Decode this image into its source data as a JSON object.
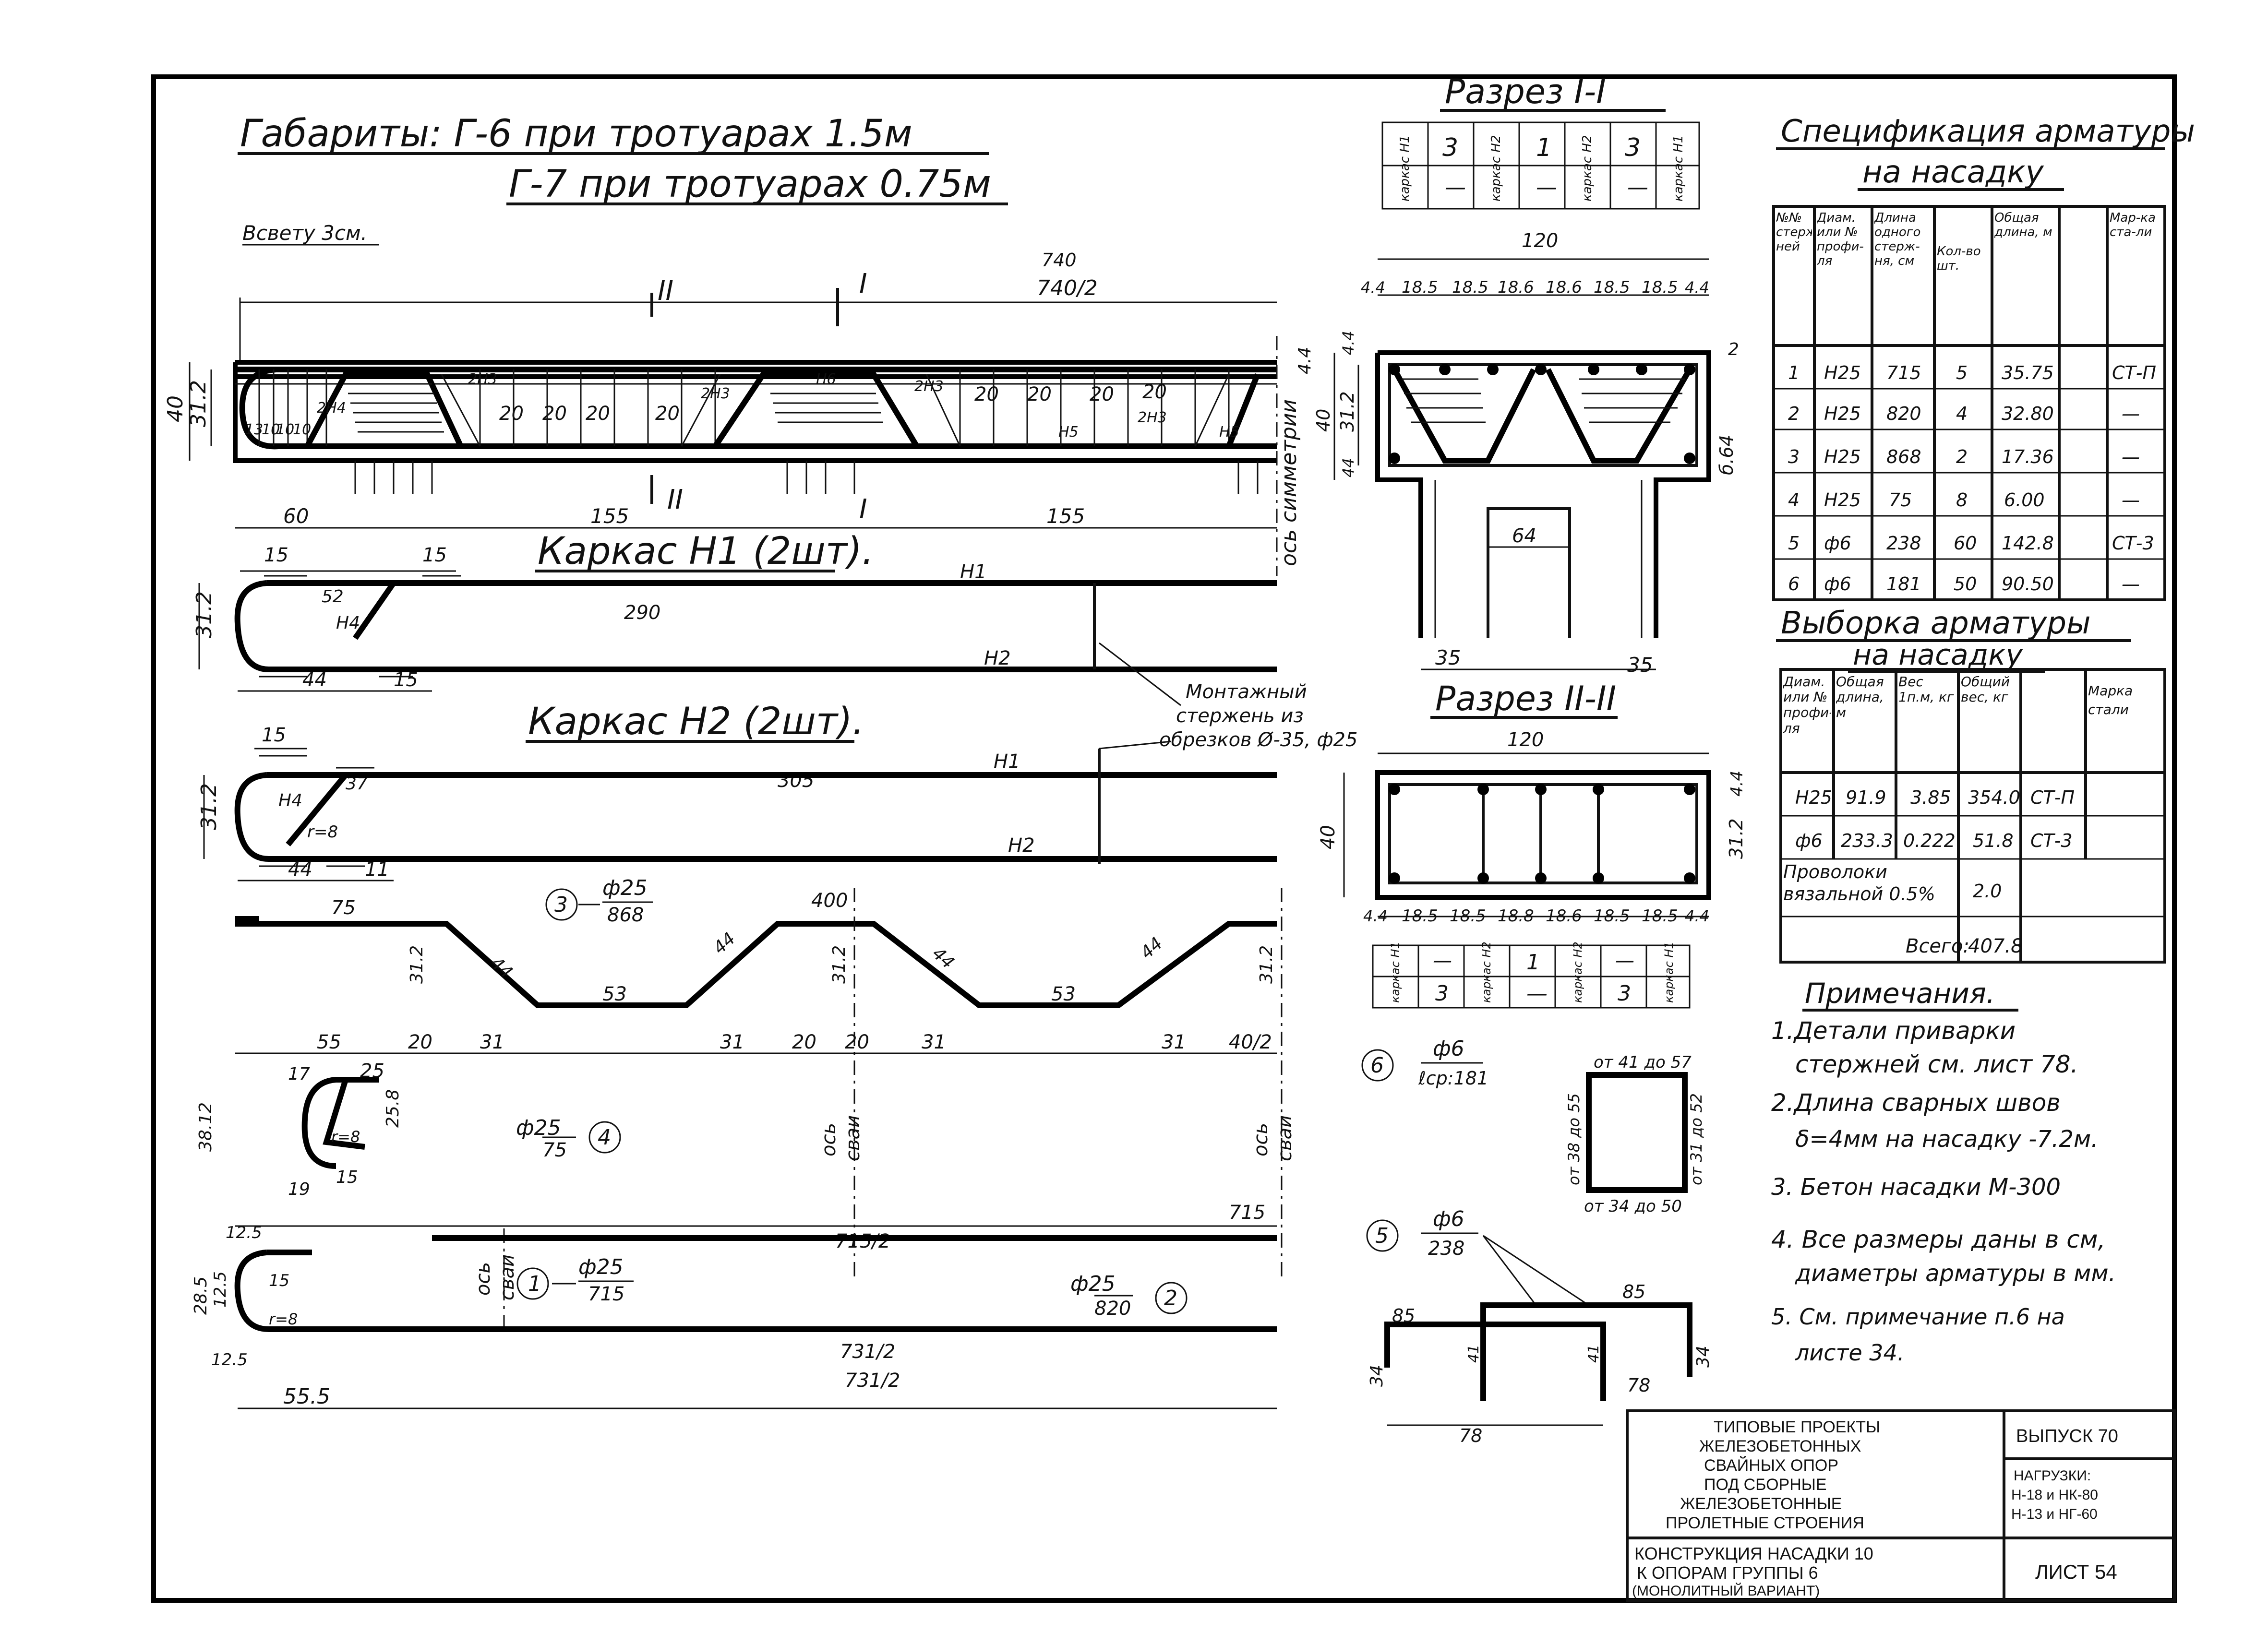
{
  "header": {
    "gabarity_line1": "Габариты: Г-6 при тротуарах 1.5м",
    "gabarity_line2": "Г-7 при тротуарах 0.75м",
    "v_svetu": "Вcвету 3см."
  },
  "elevation": {
    "sec_II": "II",
    "sec_I": "I",
    "dim_740": "740",
    "dim_740_2": "740/2",
    "h40": "40",
    "h31_2": "31.2",
    "h4_4": "4.4",
    "cells": [
      "20",
      "20",
      "20",
      "20",
      "20",
      "20",
      "20",
      "20"
    ],
    "small": [
      "13",
      "10",
      "10",
      "10",
      "2Н4",
      "2Н3",
      "2Н3",
      "Н6",
      "2Н3",
      "Н5",
      "2Н3",
      "Н5"
    ],
    "bottom_60": "60",
    "bottom_155a": "155",
    "bottom_155b": "155",
    "axis": "ось симметрии"
  },
  "karkas1": {
    "title": "Каркас Н1 (2шт).",
    "d15a": "15",
    "d15b": "15",
    "d290": "290",
    "d52": "52",
    "d44": "44",
    "d15c": "15",
    "h": "31.2",
    "n1": "Н1",
    "n2": "Н2",
    "hook": "Н4"
  },
  "karkas2": {
    "title": "Каркас Н2 (2шт).",
    "d15": "15",
    "d305": "305",
    "d37": "37",
    "d44": "44",
    "d11": "11",
    "h": "31.2",
    "n1": "Н1",
    "n2": "Н2",
    "r": "r=8",
    "hook": "Н4"
  },
  "montazh": {
    "line1": "Монтажный",
    "line2": "стержень из",
    "line3": "обрезков Ø-35, ф25"
  },
  "bar3": {
    "num": "3",
    "dia": "ф25",
    "len": "868",
    "d75": "75",
    "d400": "400",
    "d44a": "44",
    "d44b": "44",
    "d44c": "44",
    "d44d": "44",
    "d53a": "53",
    "d53b": "53",
    "h31a": "31.2",
    "h31b": "31.2",
    "h31c": "31.2",
    "bot": [
      "55",
      "20",
      "31",
      "31",
      "20",
      "20",
      "31",
      "31",
      "40/2"
    ]
  },
  "bar4": {
    "num": "4",
    "dia": "ф25",
    "len": "75",
    "d25": "25",
    "d25_8": "25.8",
    "d38": "38.12",
    "d19": "19",
    "d15": "15",
    "r": "r=8",
    "d17": "17"
  },
  "bar1": {
    "num": "1",
    "dia": "ф25",
    "len": "715",
    "d715": "715",
    "d715_2": "715/2",
    "d285": "28.5",
    "d12_5a": "12.5",
    "d12_5b": "12.5",
    "d12_5c": "12.5",
    "d15": "15",
    "r": "r=8",
    "d731": "731/2",
    "d555": "55.5",
    "d731b": "731/2"
  },
  "bar2": {
    "num": "2",
    "dia": "ф25",
    "len": "820"
  },
  "axis_labels": {
    "os": "ось",
    "svai": "сваи"
  },
  "section1": {
    "title": "Разрез I-I",
    "top_table": [
      [
        "каркас Н1",
        "3",
        "каркас Н2",
        "1",
        "каркас Н2",
        "3",
        "каркас Н1"
      ],
      [
        "",
        "—",
        "",
        "—",
        "",
        "—",
        ""
      ]
    ],
    "top_row": [
      "каркас Н1",
      "3",
      "каркас Н2",
      "1",
      "каркас Н2",
      "3",
      "каркас Н1"
    ],
    "w120": "120",
    "dims": [
      "4.4",
      "18.5",
      "18.5",
      "18.6",
      "18.6",
      "18.5",
      "18.5",
      "4.4"
    ],
    "h40": "40",
    "h31_2": "31.2",
    "h4_4": "4.4",
    "h44": "44",
    "d64": "64",
    "d35a": "35",
    "d35b": "35",
    "b64": "б.64",
    "nz": "2"
  },
  "section2": {
    "title": "Разрез II-II",
    "w120": "120",
    "dims": [
      "4.4",
      "18.5",
      "18.5",
      "18.8",
      "18.6",
      "18.5",
      "18.5",
      "4.4"
    ],
    "h40": "40",
    "h31_2": "31.2",
    "h4_4": "4.4",
    "bot_row1": [
      "каркас Н1",
      "—",
      "каркас Н2",
      "1",
      "каркас Н2",
      "—",
      "каркас Н1"
    ],
    "bot_row2": [
      "",
      "3",
      "",
      "—",
      "",
      "3",
      ""
    ]
  },
  "bar6": {
    "num": "6",
    "dia": "ф6",
    "len": "ℓср:181",
    "t1": "от 41 до 57",
    "t2": "от 38 до 55",
    "t3": "от 31 до 52",
    "t4": "от 34 до 50"
  },
  "bar5": {
    "num": "5",
    "dia": "ф6",
    "len": "238",
    "d85a": "85",
    "d85b": "85",
    "d34a": "34",
    "d34b": "34",
    "d41a": "41",
    "d41b": "41",
    "d78a": "78",
    "d78b": "78"
  },
  "spec": {
    "title1": "Спецификация арматуры",
    "title2": "на насадку",
    "headers": [
      "№№ стерж-ней",
      "Диам. или № профи-ля",
      "Длина одного стерж-ня, см",
      "Кол-во шт.",
      "Общая длина, м",
      "Мар-ка ста-ли"
    ],
    "rows": [
      [
        "1",
        "Н25",
        "715",
        "5",
        "35.75",
        "СТ-П"
      ],
      [
        "2",
        "Н25",
        "820",
        "4",
        "32.80",
        "—"
      ],
      [
        "3",
        "Н25",
        "868",
        "2",
        "17.36",
        "—"
      ],
      [
        "4",
        "Н25",
        "75",
        "8",
        "6.00",
        "—"
      ],
      [
        "5",
        "ф6",
        "238",
        "60",
        "142.8",
        "СТ-3"
      ],
      [
        "6",
        "ф6",
        "181",
        "50",
        "90.50",
        "—"
      ]
    ]
  },
  "vyborka": {
    "title1": "Выборка арматуры",
    "title2": "на насадку",
    "headers": [
      "Диам. или № профи-ля",
      "Общая длина, м",
      "Вес 1п.м, кг",
      "Общий вес, кг",
      "Марка стали"
    ],
    "rows": [
      [
        "Н25",
        "91.9",
        "3.85",
        "354.0",
        "СТ-П"
      ],
      [
        "ф6",
        "233.3",
        "0.222",
        "51.8",
        "СТ-3"
      ]
    ],
    "wire_label": "Проволоки вязальной 0.5%",
    "wire_val": "2.0",
    "total_label": "Всего:",
    "total_val": "407.8"
  },
  "notes": {
    "title": "Примечания.",
    "items": [
      "1.Детали приварки",
      "стержней см. лист 78.",
      "2.Длина сварных швов",
      "δ=4мм на насадку -7.2м.",
      "3. Бетон насадки М-300",
      "4. Все размеры даны в см,",
      "диаметры арматуры в мм.",
      "5. См. примечание п.6 на",
      "листе 34."
    ]
  },
  "stamp": {
    "l1": "ТИПОВЫЕ ПРОЕКТЫ",
    "l2": "ЖЕЛЕЗОБЕТОННЫХ",
    "l3": "СВАЙНЫХ ОПОР",
    "l4": "ПОД СБОРНЫЕ",
    "l5": "ЖЕЛЕЗОБЕТОННЫЕ",
    "l6": "ПРОЛЕТНЫЕ СТРОЕНИЯ",
    "m1": "КОНСТРУКЦИЯ НАСАДКИ 10",
    "m2": "К ОПОРАМ ГРУППЫ 6",
    "m3": "(МОНОЛИТНЫЙ ВАРИАНТ)",
    "vypusk": "ВЫПУСК 70",
    "nagr1": "НАГРУЗКИ:",
    "nagr2": "Н-18 и НК-80",
    "nagr3": "Н-13 и НГ-60",
    "list": "ЛИСТ 54"
  }
}
